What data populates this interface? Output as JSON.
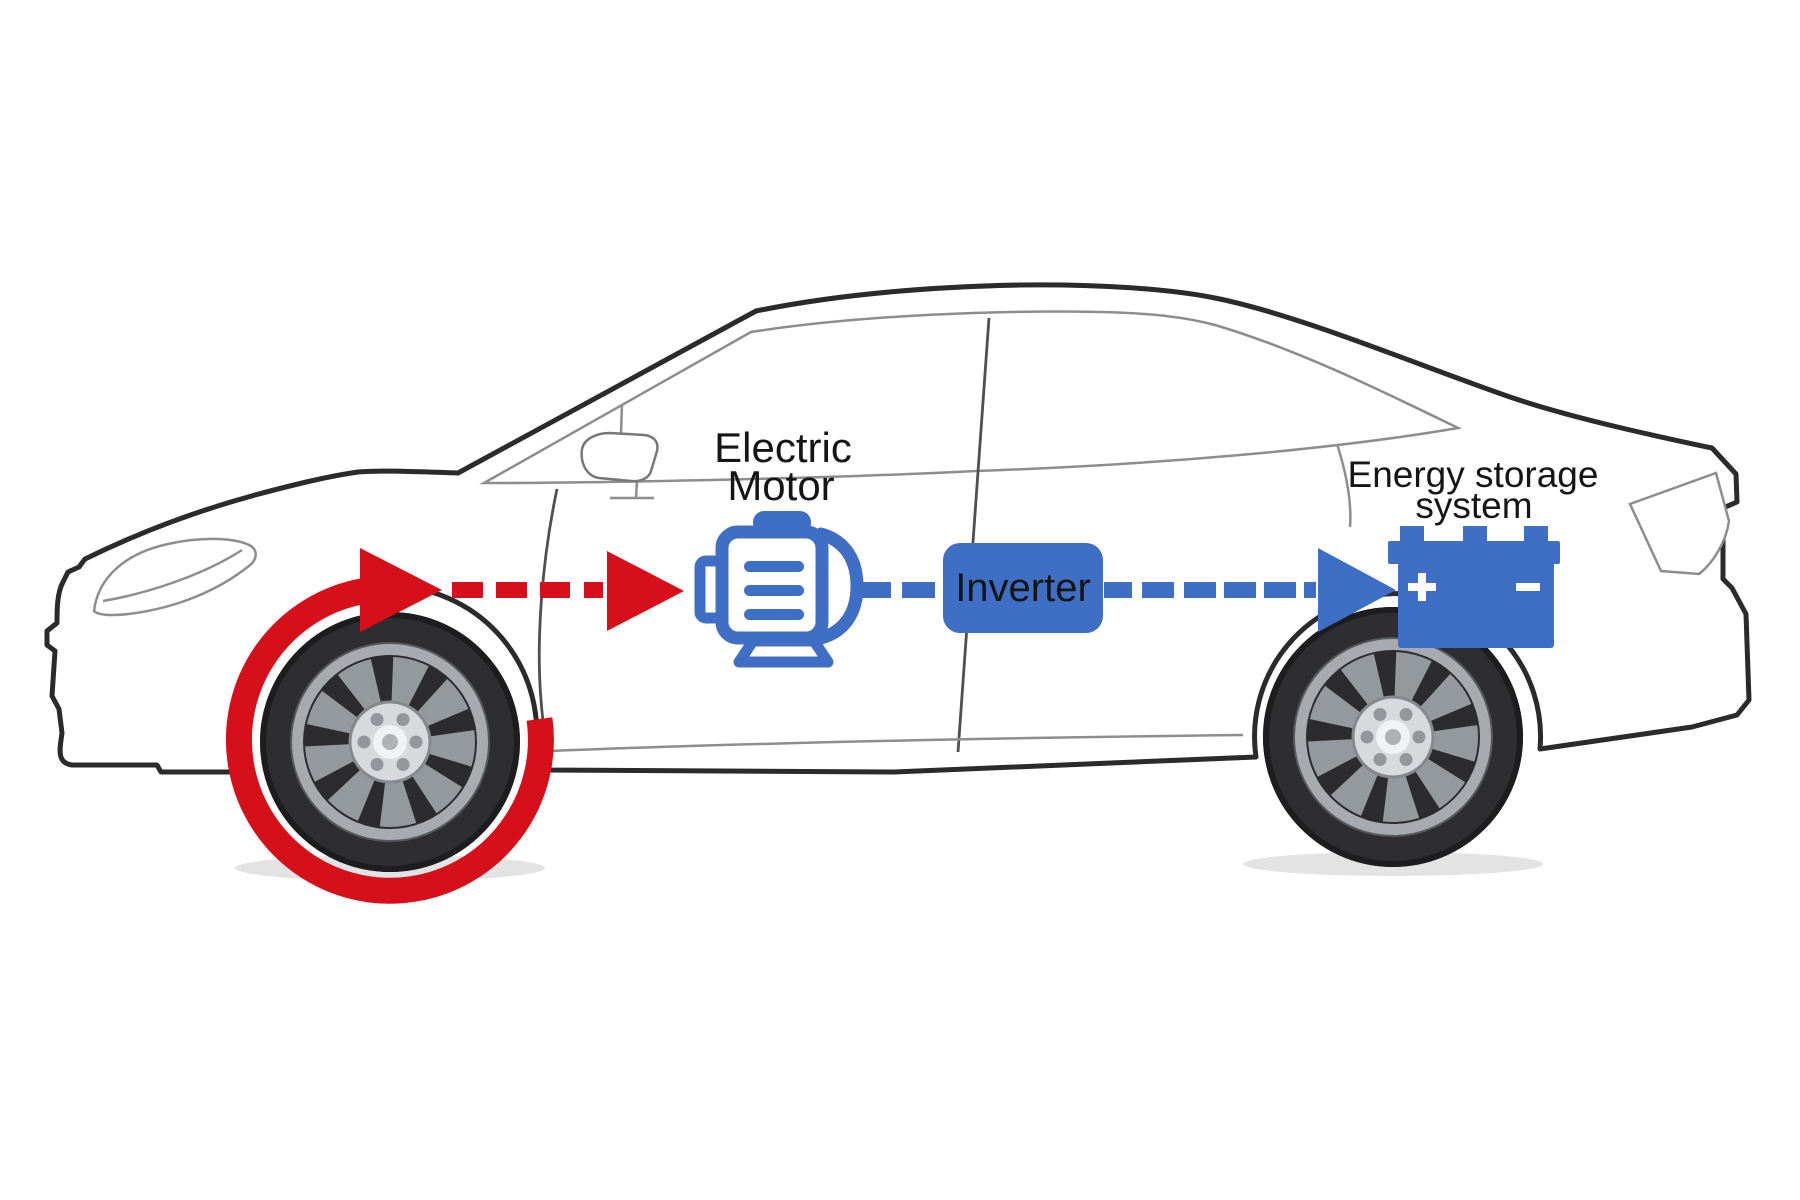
{
  "diagram": {
    "background": "#ffffff",
    "labels": {
      "electric_motor_line1": "Electric",
      "electric_motor_line2": "Motor",
      "inverter": "Inverter",
      "energy_storage_line1": "Energy storage",
      "energy_storage_line2": "system"
    },
    "colors": {
      "flow_red": "#d5101a",
      "flow_blue": "#3f6fc5",
      "car_outline": "#2b2b2b",
      "label_text": "#151515"
    },
    "icons": [
      "car-side-outline",
      "front-wheel",
      "rear-wheel",
      "wheel-rotation-arrow-icon",
      "red-energy-flow-arrow-icon",
      "electric-motor-icon",
      "inverter-box",
      "blue-energy-flow-arrow-icon",
      "battery-icon",
      "side-mirror-icon",
      "headlight-icon",
      "taillight-icon"
    ]
  }
}
